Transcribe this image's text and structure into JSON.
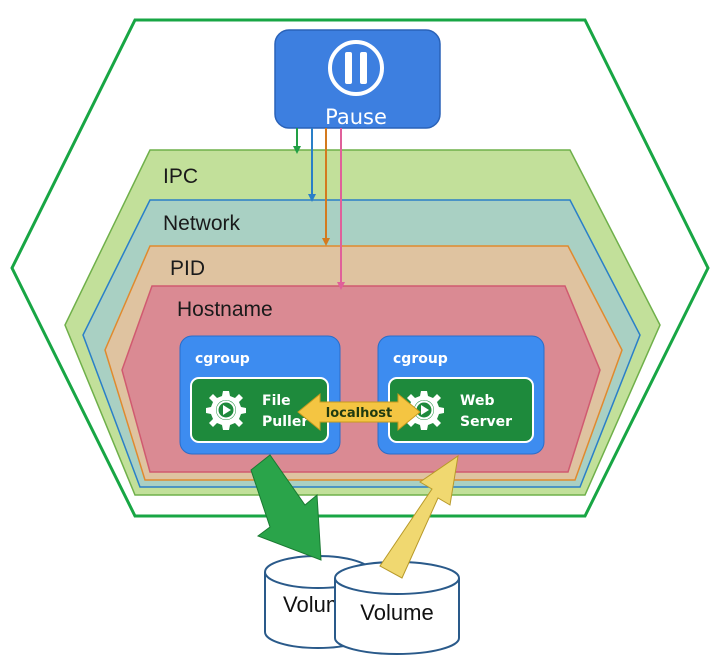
{
  "pause": {
    "label": "Pause",
    "color": "#3d7fe0"
  },
  "namespaces": [
    {
      "label": "IPC",
      "color": "#c2e09a"
    },
    {
      "label": "Network",
      "color": "#a9d0c3"
    },
    {
      "label": "PID",
      "color": "#dfc3a0"
    },
    {
      "label": "Hostname",
      "color": "#da8a93"
    }
  ],
  "cgroups": [
    {
      "label": "cgroup",
      "app_lines": [
        "File",
        "Puller"
      ]
    },
    {
      "label": "cgroup",
      "app_lines": [
        "Web",
        "Server"
      ]
    }
  ],
  "link": {
    "label": "localhost"
  },
  "volumes": [
    {
      "label": "Volume"
    },
    {
      "label": "Volume"
    }
  ],
  "colors": {
    "pod_border": "#18a644",
    "cgroup": "#3d8cf0",
    "app": "#1e8a3c",
    "localhost": "#f4c542",
    "arrow_down": "#2aa44a",
    "arrow_up": "#f0d870",
    "ipc_arrow": "#22a045",
    "net_arrow": "#2a7fc8",
    "pid_arrow": "#d47a1e",
    "host_arrow": "#e0609a"
  }
}
